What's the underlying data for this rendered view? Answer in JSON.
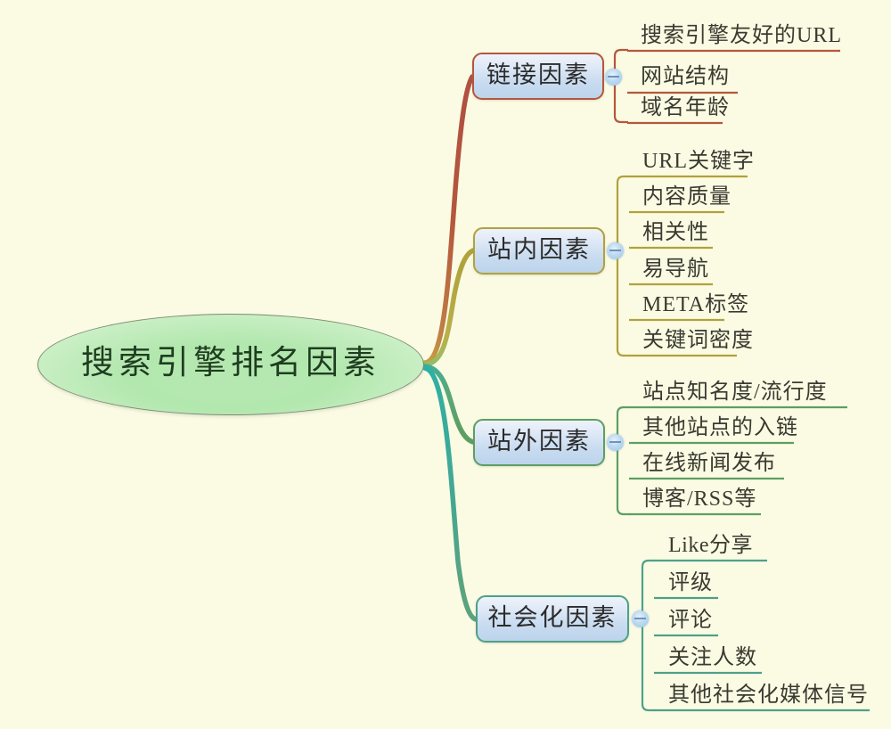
{
  "diagram": {
    "title": "搜索引擎排名因素",
    "type": "mindmap",
    "background_color": "#FBFBE4",
    "root": {
      "label": "搜索引擎排名因素",
      "shape": "ellipse",
      "fill_color": "#B2E7AE",
      "border_color": "#7E8D73"
    },
    "branches": [
      {
        "label": "链接因素",
        "accent_color": "#B5573C",
        "box_fill": "#CDDFF1",
        "collapse_marker": "collapse-dot-icon",
        "leaves": [
          "搜索引擎友好的URL",
          "网站结构",
          "域名年龄"
        ]
      },
      {
        "label": "站内因素",
        "accent_color": "#B0A23C",
        "box_fill": "#CDDFF1",
        "collapse_marker": "collapse-dot-icon",
        "leaves": [
          "URL关键字",
          "内容质量",
          "相关性",
          "易导航",
          "META标签",
          "关键词密度"
        ]
      },
      {
        "label": "站外因素",
        "accent_color": "#5E9E63",
        "box_fill": "#CDDFF1",
        "collapse_marker": "collapse-dot-icon",
        "leaves": [
          "站点知名度/流行度",
          "其他站点的入链",
          "在线新闻发布",
          "博客/RSS等"
        ]
      },
      {
        "label": "社会化因素",
        "accent_color": "#4FA08A",
        "box_fill": "#CDDFF1",
        "collapse_marker": "collapse-dot-icon",
        "leaves": [
          "Like分享",
          "评级",
          "评论",
          "关注人数",
          "其他社会化媒体信号"
        ]
      }
    ]
  }
}
